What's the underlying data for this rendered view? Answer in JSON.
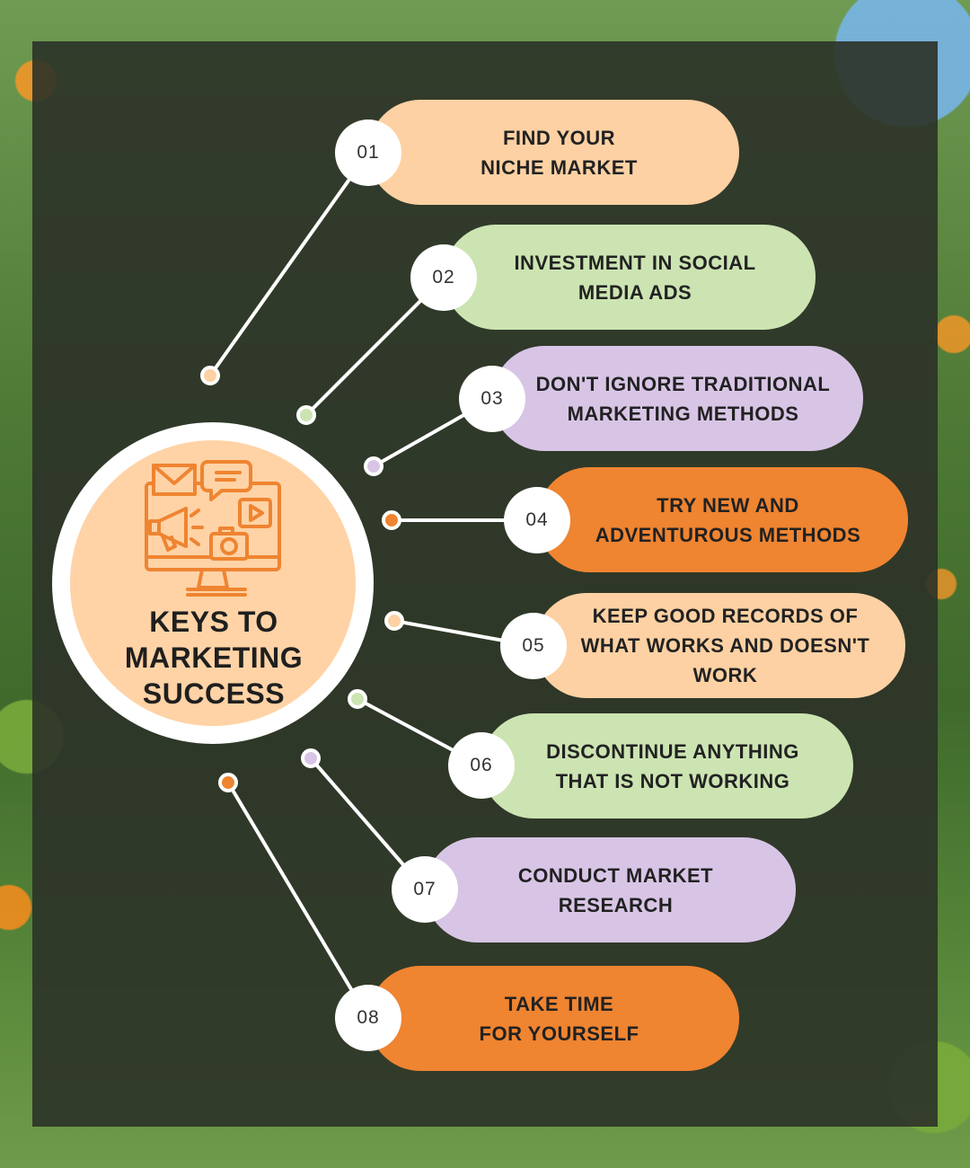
{
  "title": "KEYS TO\nMARKETING\nSUCCESS",
  "title_lines": [
    "KEYS TO",
    "MARKETING",
    "SUCCESS"
  ],
  "hub_icon": "computer-marketing-icon",
  "colors": {
    "peach": "#fdd1a3",
    "green": "#cce4b2",
    "lavender": "#d8c5e6",
    "orange": "#ef8431",
    "panel": "#2c3228"
  },
  "steps": [
    {
      "number": "01",
      "lines": [
        "FIND YOUR",
        "NICHE MARKET"
      ],
      "color": "peach"
    },
    {
      "number": "02",
      "lines": [
        "INVESTMENT IN SOCIAL",
        "MEDIA ADS"
      ],
      "color": "green"
    },
    {
      "number": "03",
      "lines": [
        "DON'T IGNORE TRADITIONAL",
        "MARKETING METHODS"
      ],
      "color": "lavender"
    },
    {
      "number": "04",
      "lines": [
        "TRY NEW AND",
        "ADVENTUROUS METHODS"
      ],
      "color": "orange"
    },
    {
      "number": "05",
      "lines": [
        "KEEP GOOD RECORDS OF",
        "WHAT WORKS AND DOESN'T",
        "WORK"
      ],
      "color": "peach"
    },
    {
      "number": "06",
      "lines": [
        "DISCONTINUE ANYTHING",
        "THAT IS NOT WORKING"
      ],
      "color": "green"
    },
    {
      "number": "07",
      "lines": [
        "CONDUCT MARKET",
        "RESEARCH"
      ],
      "color": "lavender"
    },
    {
      "number": "08",
      "lines": [
        "TAKE TIME",
        "FOR YOURSELF"
      ],
      "color": "orange"
    }
  ]
}
